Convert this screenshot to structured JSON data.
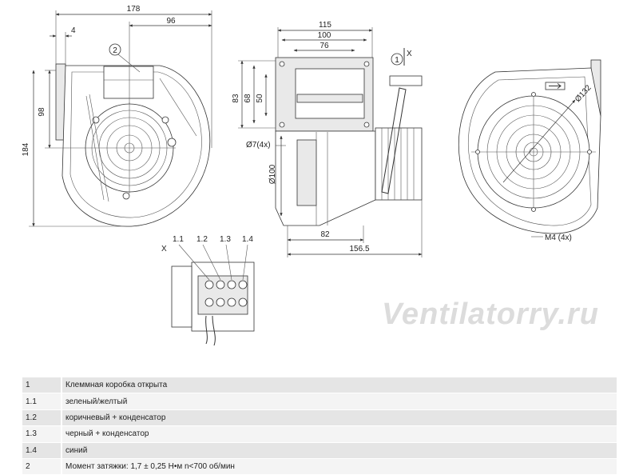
{
  "dimensions": {
    "left_width": "178",
    "left_inner": "96",
    "left_flange": "4",
    "left_height_98": "98",
    "left_height_184": "184",
    "side_115": "115",
    "side_100": "100",
    "side_76": "76",
    "side_83": "83",
    "side_68": "68",
    "side_50": "50",
    "holes": "Ø7(4x)",
    "dia_100": "Ø100",
    "side_82": "82",
    "side_156": "156.5",
    "dia_132": "Ø132",
    "thread": "M4 (4x)"
  },
  "callouts": {
    "c2": "2",
    "c1": "1",
    "x_top": "X",
    "x_detail": "X",
    "t11": "1.1",
    "t12": "1.2",
    "t13": "1.3",
    "t14": "1.4"
  },
  "watermark": "Ventilatorry.ru",
  "legend": [
    {
      "num": "1",
      "text": "Клеммная коробка открыта"
    },
    {
      "num": "1.1",
      "text": "зеленый/желтый"
    },
    {
      "num": "1.2",
      "text": "коричневый + конденсатор"
    },
    {
      "num": "1.3",
      "text": "черный + конденсатор"
    },
    {
      "num": "1.4",
      "text": "синий"
    },
    {
      "num": "2",
      "text": "Момент затяжки: 1,7 ± 0,25 Н•м n<700 об/мин"
    }
  ]
}
